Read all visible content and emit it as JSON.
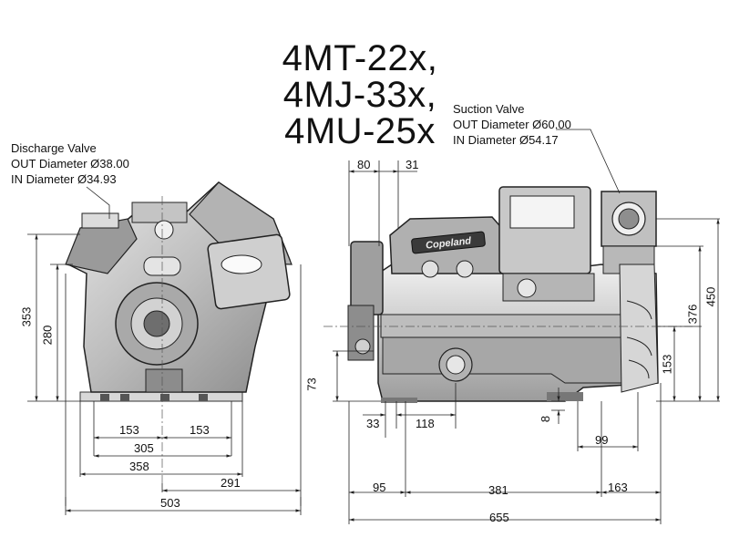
{
  "title_lines": [
    "4MT-22x,",
    "4MJ-33x,",
    "4MU-25x"
  ],
  "discharge_valve": {
    "label": "Discharge Valve",
    "out": "OUT Diameter Ø38.00",
    "in": "IN Diameter Ø34.93"
  },
  "suction_valve": {
    "label": "Suction Valve",
    "out": "OUT Diameter Ø60.00",
    "in": "IN Diameter Ø54.17"
  },
  "dimensions": {
    "front": {
      "h353": "353",
      "h280": "280",
      "w153a": "153",
      "w153b": "153",
      "w305": "305",
      "w358": "358",
      "w291": "291",
      "w503": "503"
    },
    "side": {
      "d80": "80",
      "d31": "31",
      "d73": "73",
      "d33": "33",
      "d118": "118",
      "d8": "8",
      "d99": "99",
      "d95": "95",
      "d381": "381",
      "d163": "163",
      "d655": "655",
      "d153": "153",
      "d376": "376",
      "d450": "450"
    }
  },
  "brand_plate": "Copeland"
}
